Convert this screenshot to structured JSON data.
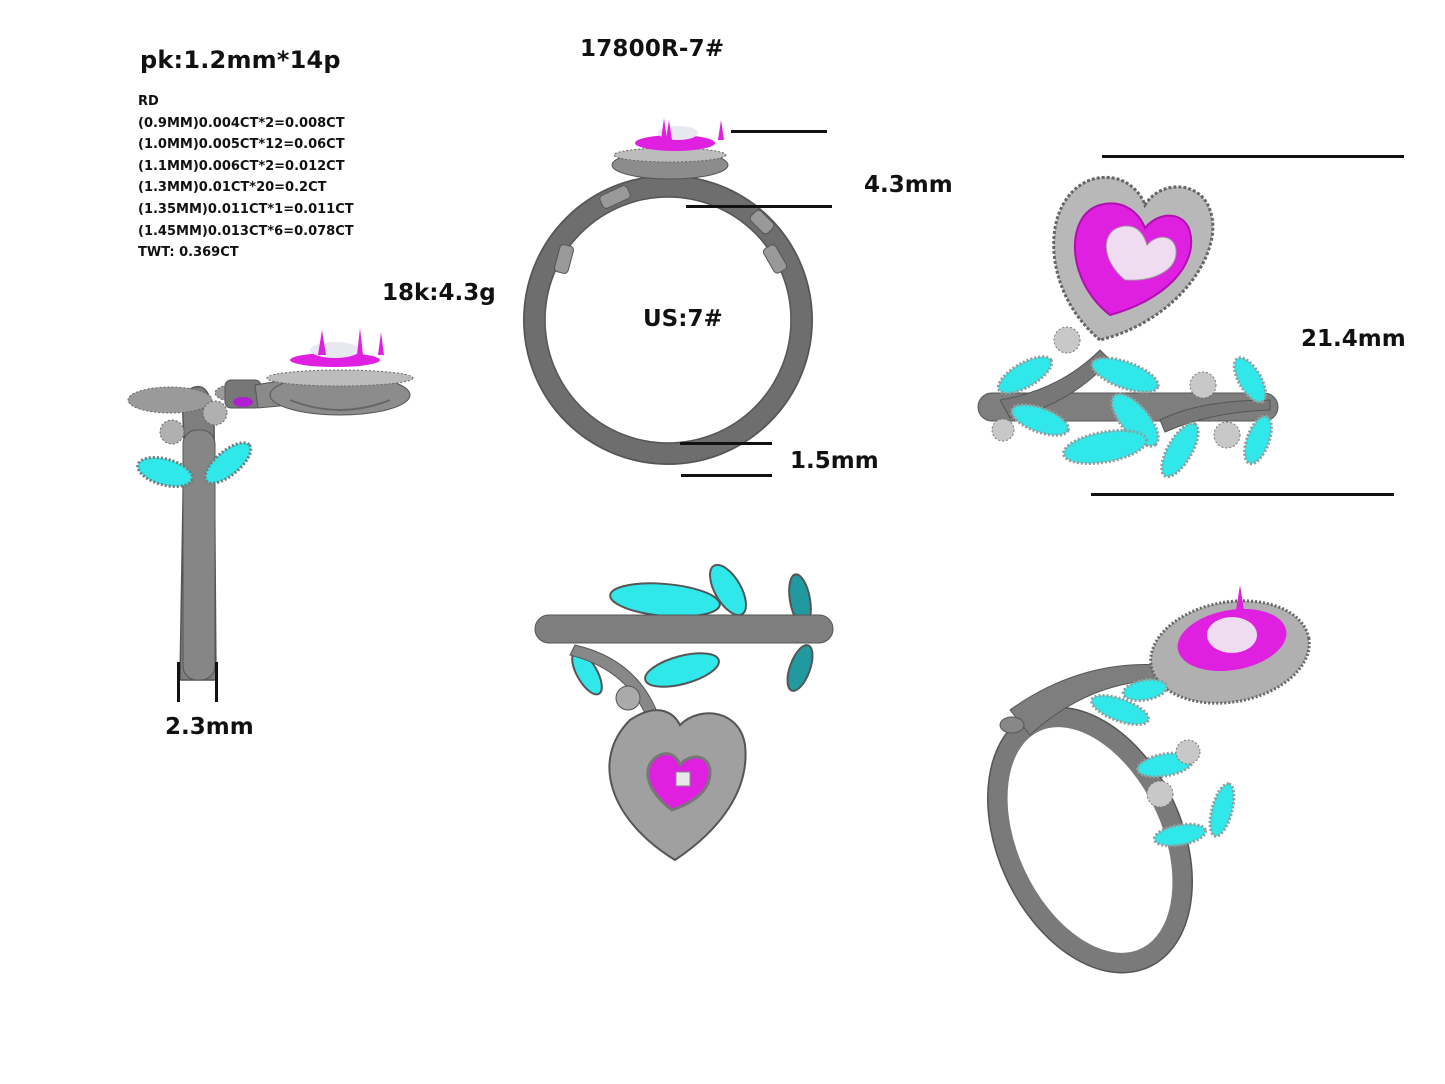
{
  "sheet": {
    "pave_spec": "pk:1.2mm*14p",
    "model_code": "17800R-7#",
    "metal_weight": "18k:4.3g",
    "ring_size": "US:7#"
  },
  "stone_list": {
    "shape": "RD",
    "rows": [
      "(0.9MM)0.004CT*2=0.008CT",
      "(1.0MM)0.005CT*12=0.06CT",
      "(1.1MM)0.006CT*2=0.012CT",
      "(1.3MM)0.01CT*20=0.2CT",
      "(1.35MM)0.011CT*1=0.011CT",
      "(1.45MM)0.013CT*6=0.078CT"
    ],
    "total": "TWT:  0.369CT"
  },
  "dimensions": {
    "head_height": "4.3mm",
    "band_thickness": "1.5mm",
    "top_length": "21.4mm",
    "band_width": "2.3mm"
  },
  "views": [
    {
      "id": "side-view",
      "label": "side profile view"
    },
    {
      "id": "front-view",
      "label": "front view"
    },
    {
      "id": "top-view",
      "label": "top view"
    },
    {
      "id": "bottom-view",
      "label": "bottom view"
    },
    {
      "id": "perspective-view",
      "label": "perspective view"
    }
  ],
  "colors": {
    "metal": "#8c8c8c",
    "metal_dark": "#5f5f5f",
    "accent_stone": "#e020e0",
    "leaf_enamel": "#30e8ea",
    "center_stone": "#f0dcf0"
  }
}
